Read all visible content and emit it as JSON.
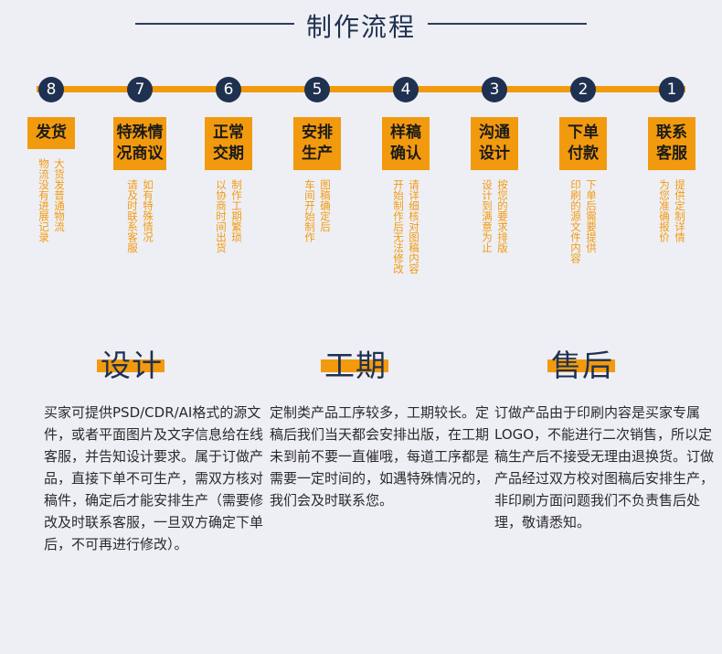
{
  "page": {
    "title": "制作流程"
  },
  "steps": [
    {
      "number": "8",
      "label": "发货",
      "desc": [
        "大货发普通物流",
        "物流没有进展记录"
      ]
    },
    {
      "number": "7",
      "label": "特殊情况商议",
      "desc": [
        "如有特殊情况",
        "请及时联系客服"
      ]
    },
    {
      "number": "6",
      "label": "正常交期",
      "desc": [
        "制作工期繁琐",
        "以协商时间出货"
      ]
    },
    {
      "number": "5",
      "label": "安排生产",
      "desc": [
        "图稿确定后",
        "车间开始制作"
      ]
    },
    {
      "number": "4",
      "label": "样稿确认",
      "desc": [
        "请详细核对图稿内容",
        "开始制作后无法修改"
      ]
    },
    {
      "number": "3",
      "label": "沟通设计",
      "desc": [
        "按您的要求排版",
        "设计到满意为止"
      ]
    },
    {
      "number": "2",
      "label": "下单付款",
      "desc": [
        "下单后需要提供",
        "印刷的源文件内容"
      ]
    },
    {
      "number": "1",
      "label": "联系客服",
      "desc": [
        "提供定制详情",
        "为您准确报价"
      ]
    }
  ],
  "sections": [
    {
      "heading": "设计",
      "body": "买家可提供PSD/CDR/AI格式的源文件，或者平面图片及文字信息给在线客服，并告知设计要求。属于订做产品，直接下单不可生产，需双方核对稿件，确定后才能安排生产（需要修改及时联系客服，一旦双方确定下单后，不可再进行修改）。"
    },
    {
      "heading": "工期",
      "body": "定制类产品工序较多，工期较长。定稿后我们当天都会安排出版，在工期未到前不要一直催哦，每道工序都是需要一定时间的，如遇特殊情况的，我们会及时联系您。"
    },
    {
      "heading": "售后",
      "body": "订做产品由于印刷内容是买家专属LOGO，不能进行二次销售，所以定稿生产后不接受无理由退换货。订做产品经过双方校对图稿后安排生产，非印刷方面问题我们不负责售后处理，敬请悉知。"
    }
  ],
  "colors": {
    "accent": "#f29a0e",
    "navy": "#1f3150",
    "background": "#eeeff5"
  }
}
